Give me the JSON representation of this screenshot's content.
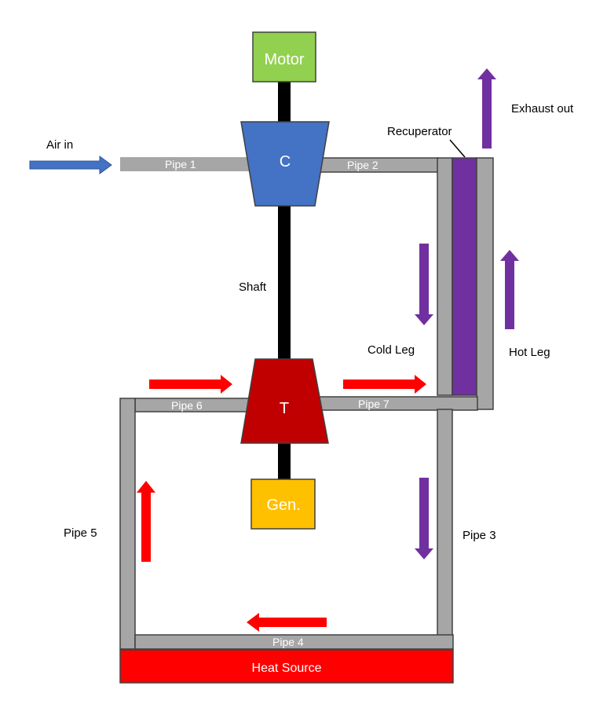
{
  "colors": {
    "motor": "#92d050",
    "compressor": "#4472c4",
    "turbine": "#c00000",
    "generator": "#ffc000",
    "heat_source": "#ff0000",
    "recuperator": "#7030a0",
    "pipe": "#a6a6a6",
    "pipe_outline": "#404040",
    "shaft": "#000000",
    "air_arrow": "#4472c4",
    "hot_arrow": "#ff0000",
    "purple_arrow": "#7030a0"
  },
  "components": {
    "motor": "Motor",
    "compressor": "C",
    "turbine": "T",
    "generator": "Gen.",
    "heat_source": "Heat Source"
  },
  "labels": {
    "air_in": "Air in",
    "exhaust_out": "Exhaust out",
    "recuperator": "Recuperator",
    "shaft": "Shaft",
    "cold_leg": "Cold Leg",
    "hot_leg": "Hot Leg",
    "pipe_5": "Pipe 5",
    "pipe_3": "Pipe 3"
  },
  "pipes": {
    "pipe_1": "Pipe 1",
    "pipe_2": "Pipe 2",
    "pipe_4": "Pipe 4",
    "pipe_6": "Pipe 6",
    "pipe_7": "Pipe 7"
  }
}
